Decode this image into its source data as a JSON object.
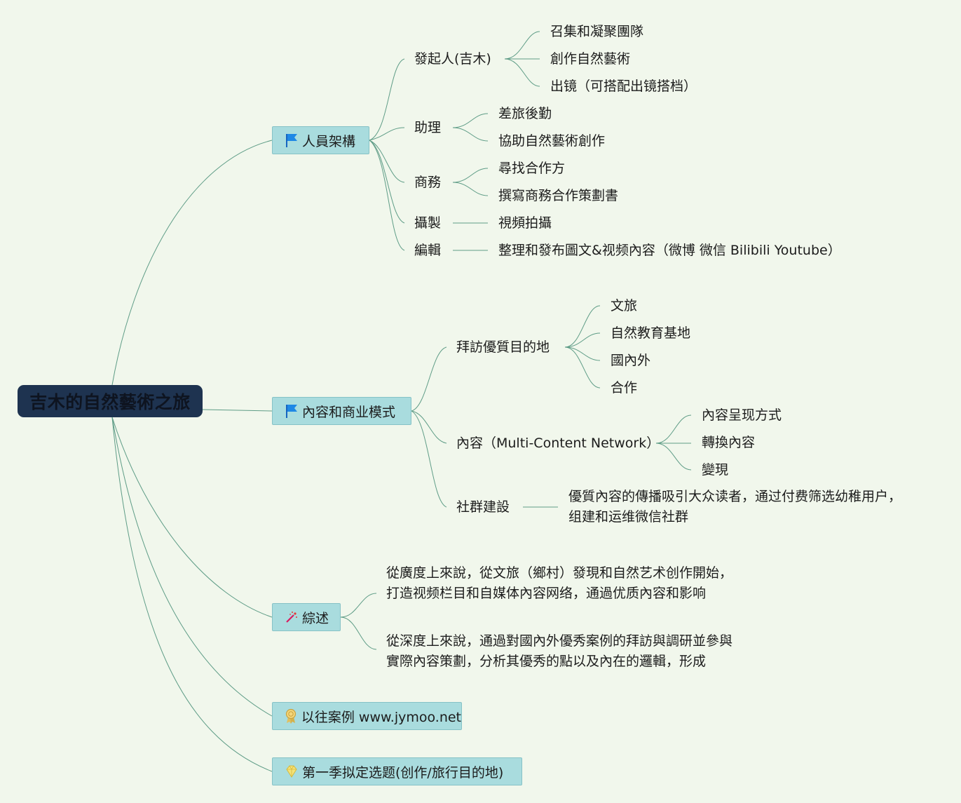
{
  "root": "吉木的自然藝術之旅",
  "branches": {
    "staff": {
      "label": "人員架構",
      "icon": "flag-icon",
      "founder": {
        "label": "發起人(吉木)",
        "items": [
          "召集和凝聚團隊",
          "創作自然藝術",
          "出镜（可搭配出镜搭档）"
        ]
      },
      "assistant": {
        "label": "助理",
        "items": [
          "差旅後勤",
          "協助自然藝術創作"
        ]
      },
      "business": {
        "label": "商務",
        "items": [
          "尋找合作方",
          "撰寫商務合作策劃書"
        ]
      },
      "filming": {
        "label": "攝製",
        "items": [
          "視頻拍攝"
        ]
      },
      "editing": {
        "label": "編輯",
        "items": [
          "整理和發布圖文&视频內容（微博 微信 Bilibili Youtube）"
        ]
      }
    },
    "content": {
      "label": "內容和商业模式",
      "icon": "flag-icon",
      "visit": {
        "label": "拜訪優質目的地",
        "items": [
          "文旅",
          "自然教育基地",
          "國內外",
          "合作"
        ]
      },
      "mcn": {
        "label": "內容（Multi-Content Network）",
        "items": [
          "內容呈现方式",
          "轉換內容",
          "變現"
        ]
      },
      "community": {
        "label": "社群建設",
        "text_line1": "優質內容的傳播吸引大众读者，通过付费筛选幼稚用户，",
        "text_line2": "组建和运维微信社群"
      }
    },
    "summary": {
      "label": "綜述",
      "icon": "magic-wand-icon",
      "para1": "從廣度上來說，從文旅（鄉村）發現和自然艺术创作開始，打造视频栏目和自媒体內容网络，通過优质內容和影响",
      "para2": "從深度上來說，通過對國內外優秀案例的拜訪與調研並參與實際內容策劃，分析其優秀的點以及內在的邏輯，形成"
    },
    "cases": {
      "label": "以往案例 www.jymoo.net",
      "icon": "award-ribbon-icon"
    },
    "season": {
      "label": "第一季拟定选题(创作/旅行目的地)",
      "icon": "diamond-icon"
    }
  },
  "colors": {
    "background": "#f1f7ec",
    "root_fill": "#1e3350",
    "box_fill": "#a9dcde",
    "link": "#5e9c86"
  }
}
